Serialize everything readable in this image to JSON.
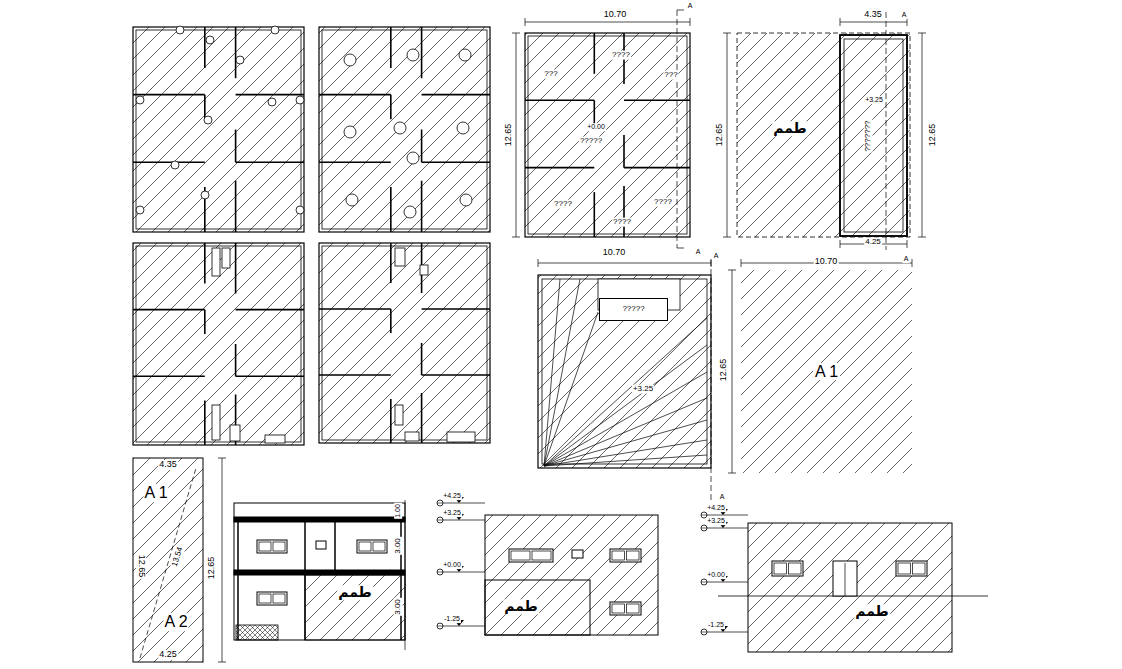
{
  "diagram": {
    "nodes": [
      {
        "text": [
          "A 1"
        ]
      },
      {
        "text": [
          "?????"
        ]
      }
    ],
    "labels": [
      "10.70",
      "12.65",
      "???",
      "????",
      "???",
      "+0.00",
      "?????",
      "????",
      "????",
      "????",
      "A",
      "A",
      "4.35",
      "12.65",
      "طمم",
      "+3.25",
      "???????",
      "12.65",
      "4.25",
      "A",
      "A",
      "10.70",
      "+3.25",
      "A",
      "A",
      "10.70",
      "12.65",
      "4.35",
      "A 1",
      "12.65",
      "13.54",
      "A 2",
      "4.25",
      "12.65",
      "1.00",
      "3.00",
      "طمم",
      "3.00",
      "+4.25",
      "+3.25",
      "+0.00",
      "-1.25",
      "طمم",
      "+4.25",
      "+3.25",
      "+0.00",
      "-1.25",
      "طمم"
    ]
  }
}
